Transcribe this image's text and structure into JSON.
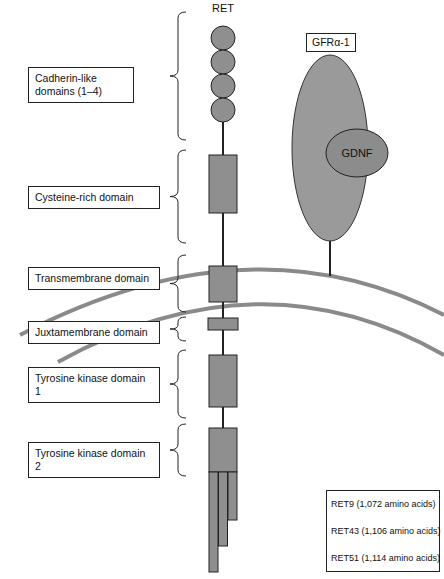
{
  "diagram": {
    "nodes": [
      {
        "text": [
          "Cadherin-like domains (1–4)"
        ]
      },
      {
        "text": [
          "GFRα-1"
        ]
      },
      {
        "text": [
          "GDNF"
        ]
      },
      {
        "text": [
          "Cysteine-rich domain"
        ]
      },
      {
        "text": [
          "Transmembrane domain"
        ]
      },
      {
        "text": [
          "Juxtamembrane domain"
        ]
      },
      {
        "text": [
          "Tyrosine kinase domain 1"
        ]
      },
      {
        "text": [
          "Tyrosine kinase domain 2"
        ]
      },
      {
        "text": [
          "RET9 (1,072 amino acids)",
          "RET43 (1,106 amino acids)",
          "RET51 (1,114 amino acids)"
        ]
      }
    ],
    "labels": [
      "RET"
    ]
  }
}
